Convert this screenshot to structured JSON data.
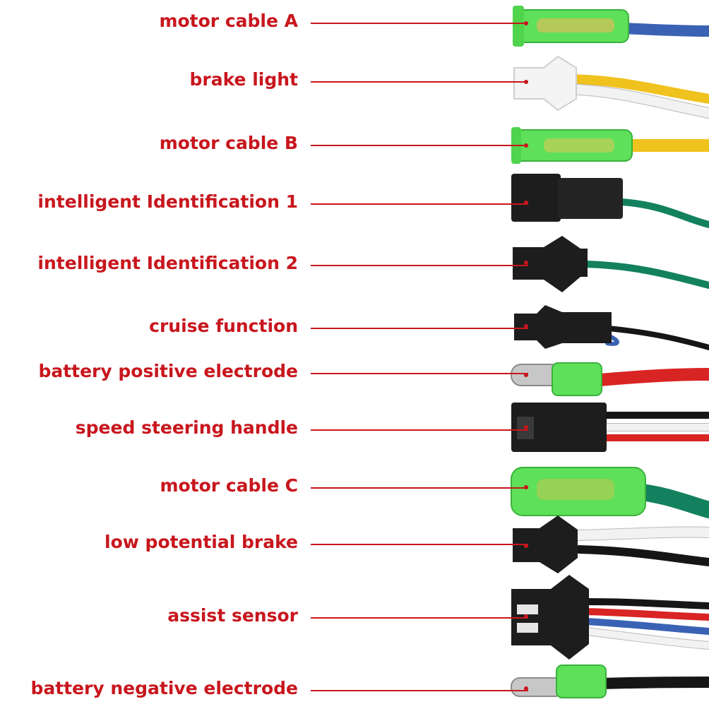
{
  "colors": {
    "label": "#c8161d",
    "leader": "#c8161d",
    "wire_blue": "#3a62b4",
    "wire_yellow": "#f0c21e",
    "wire_white": "#f2f2f2",
    "wire_green": "#13815e",
    "wire_red": "#d92424",
    "wire_black": "#161616",
    "sleeve_green": "#5ee05a",
    "housing_black": "#1d1d1d",
    "housing_white": "#f4f4f4"
  },
  "connectors": [
    {
      "label": "motor cable A",
      "type": "bullet-sleeve",
      "wires": [
        "blue"
      ],
      "icon": "bullet-connector-icon"
    },
    {
      "label": "brake light",
      "type": "housing-white",
      "wires": [
        "yellow",
        "white"
      ],
      "icon": "white-plug-icon"
    },
    {
      "label": "motor cable B",
      "type": "bullet-sleeve",
      "wires": [
        "yellow"
      ],
      "icon": "bullet-connector-icon"
    },
    {
      "label": "intelligent Identification 1",
      "type": "housing-black-single",
      "wires": [
        "green"
      ],
      "icon": "single-pin-plug-icon"
    },
    {
      "label": "intelligent Identification 2",
      "type": "housing-black-latch",
      "wires": [
        "green"
      ],
      "icon": "latch-plug-icon"
    },
    {
      "label": "cruise function",
      "type": "housing-black-loop",
      "wires": [
        "black",
        "blue"
      ],
      "icon": "loop-plug-icon"
    },
    {
      "label": "battery positive electrode",
      "type": "ring-terminal",
      "wires": [
        "red"
      ],
      "icon": "bullet-terminal-icon"
    },
    {
      "label": "speed steering handle",
      "type": "housing-black-3pin",
      "wires": [
        "black",
        "white",
        "red"
      ],
      "icon": "three-pin-plug-icon"
    },
    {
      "label": "motor cable C",
      "type": "bullet-sleeve-large",
      "wires": [
        "green"
      ],
      "icon": "bullet-connector-icon"
    },
    {
      "label": "low potential brake",
      "type": "housing-black-latch",
      "wires": [
        "white",
        "black"
      ],
      "icon": "latch-plug-icon"
    },
    {
      "label": "assist sensor",
      "type": "housing-black-5pin",
      "wires": [
        "black",
        "red",
        "blue",
        "white"
      ],
      "icon": "five-pin-plug-icon"
    },
    {
      "label": "battery negative electrode",
      "type": "ring-terminal",
      "wires": [
        "black"
      ],
      "icon": "bullet-terminal-icon"
    }
  ]
}
